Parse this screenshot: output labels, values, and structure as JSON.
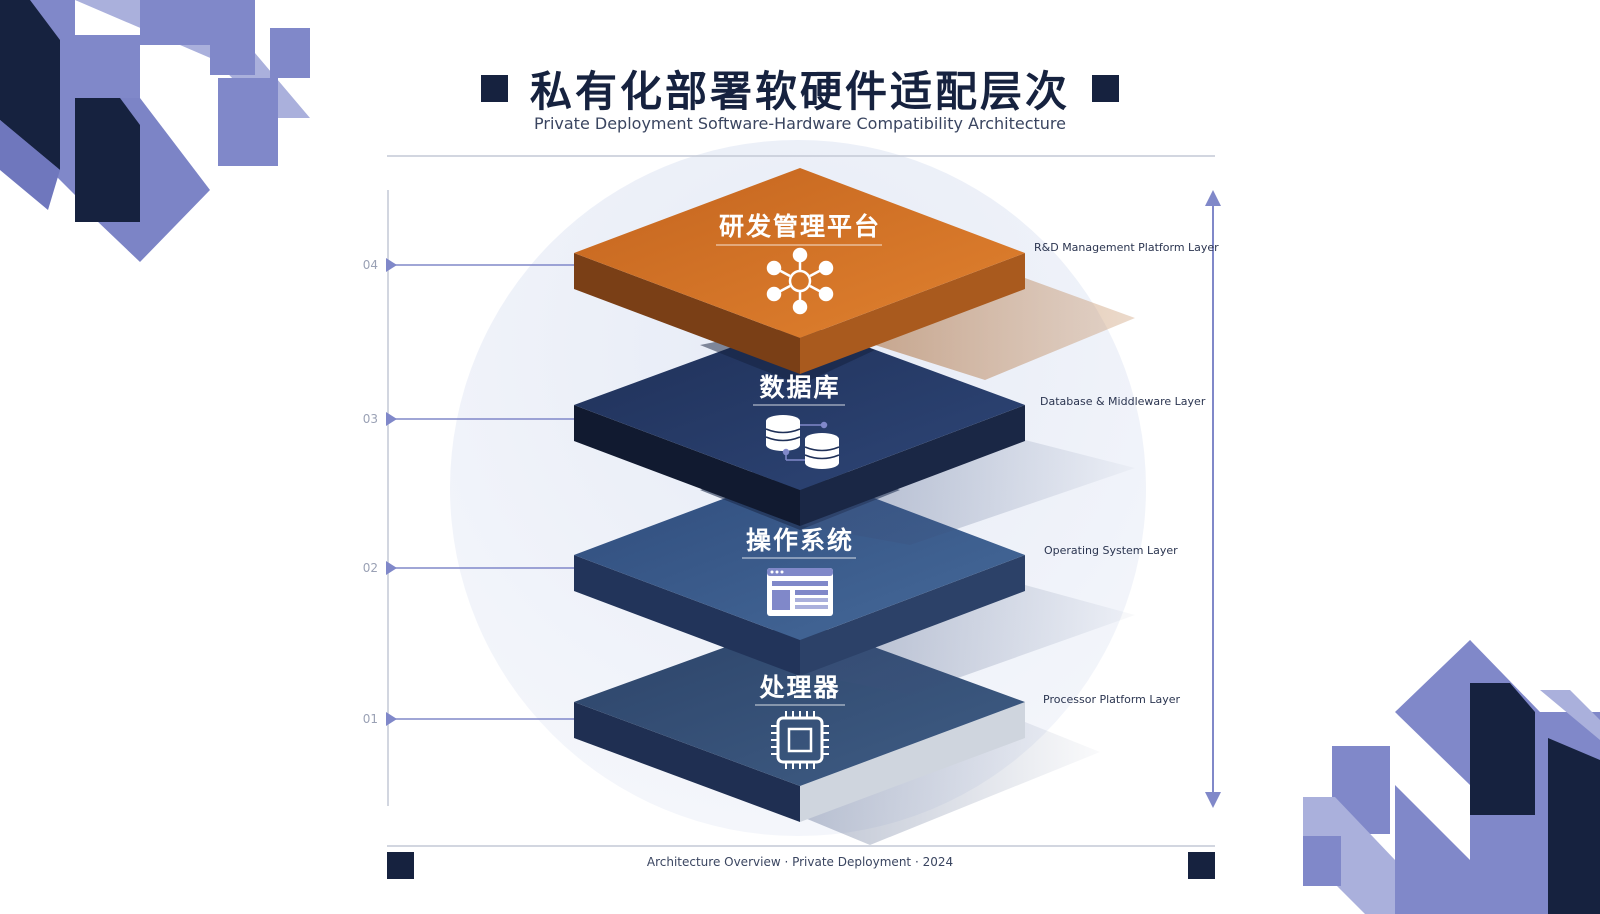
{
  "title": "私有化部署软硬件适配层次",
  "subtitle": "Private Deployment Software-Hardware Compatibility Architecture",
  "footer": "Architecture Overview · Private Deployment · 2024",
  "colors": {
    "navy": "#16223f",
    "accent_purple": "#8088c9",
    "orange": "#d9752c"
  },
  "layers": [
    {
      "level": "04",
      "title": "研发管理平台",
      "label": "R&D Management Platform Layer",
      "icon": "network-nodes-icon"
    },
    {
      "level": "03",
      "title": "数据库",
      "label": "Database & Middleware Layer",
      "icon": "database-icon"
    },
    {
      "level": "02",
      "title": "操作系统",
      "label": "Operating System Layer",
      "icon": "window-app-icon"
    },
    {
      "level": "01",
      "title": "处理器",
      "label": "Processor Platform Layer",
      "icon": "cpu-chip-icon"
    }
  ]
}
